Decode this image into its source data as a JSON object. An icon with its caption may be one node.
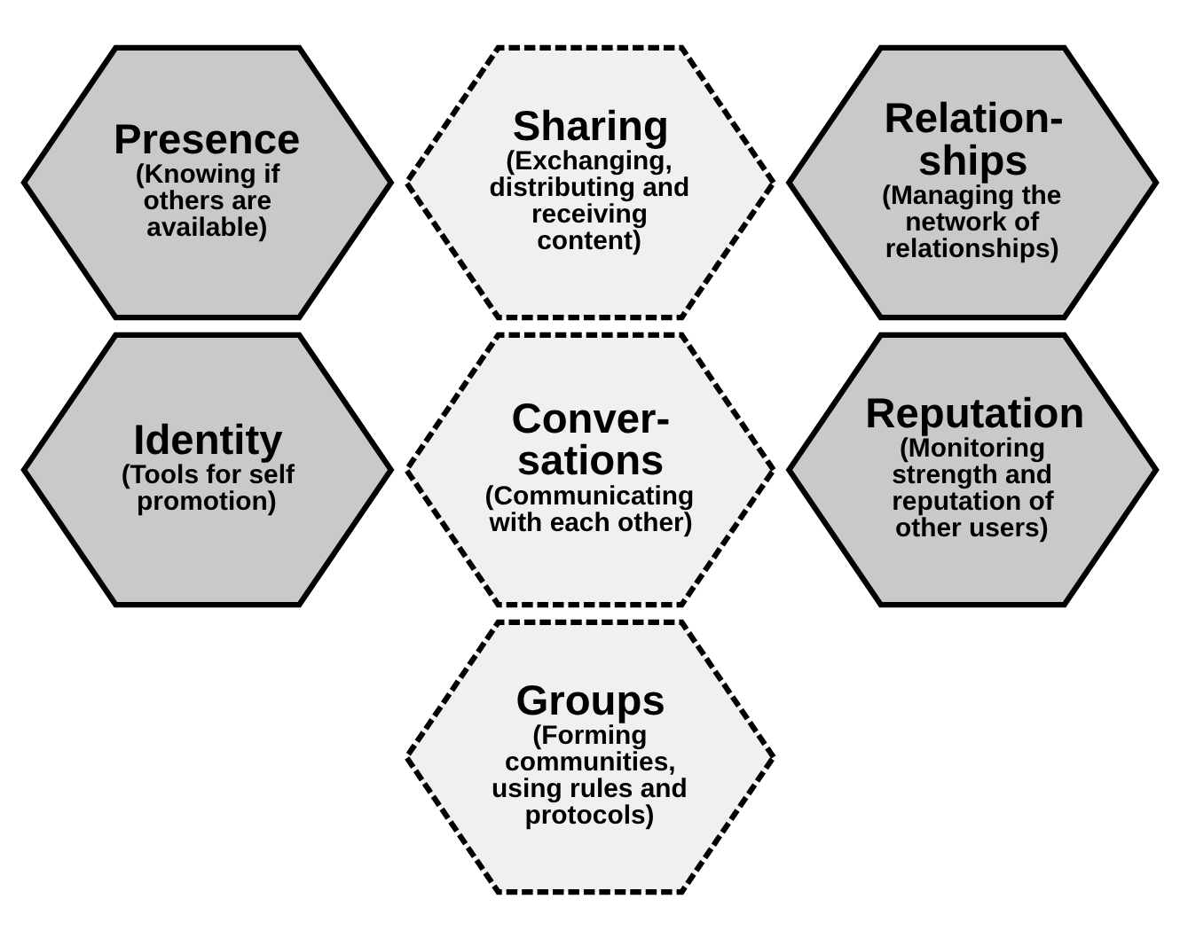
{
  "diagram": {
    "nodes": [
      {
        "text": [
          "Presence",
          "(Knowing if others are available)"
        ]
      },
      {
        "text": [
          "Sharing",
          "(Exchanging, distributing and receiving content)"
        ]
      },
      {
        "text": [
          "Relation- ships",
          "(Managing the network of relationships)"
        ]
      },
      {
        "text": [
          "Identity",
          "(Tools for self promotion)"
        ]
      },
      {
        "text": [
          "Conver- sations",
          "(Communicating with each other)"
        ]
      },
      {
        "text": [
          "Reputation",
          "(Monitoring strength and reputation of other users)"
        ]
      },
      {
        "text": [
          "Groups",
          "(Forming communities, using rules and protocols)"
        ]
      }
    ]
  }
}
